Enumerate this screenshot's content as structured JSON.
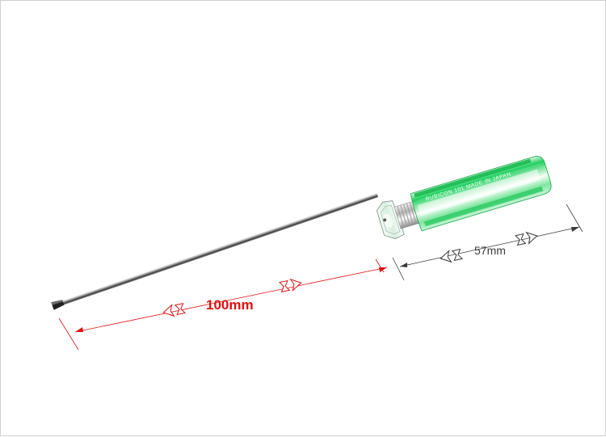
{
  "photo": {
    "subject": "flathead-screwdriver",
    "handle_imprint": "RUBICON 101  MADE IN JAPAN",
    "colors": {
      "background": "#ffffff",
      "handle_green": "#1fcf5a",
      "dimension_red": "#e01010",
      "dimension_dark": "#3a3a3a"
    }
  },
  "dimensions": {
    "shaft_length_label": "100mm",
    "handle_length_label": "57mm"
  }
}
